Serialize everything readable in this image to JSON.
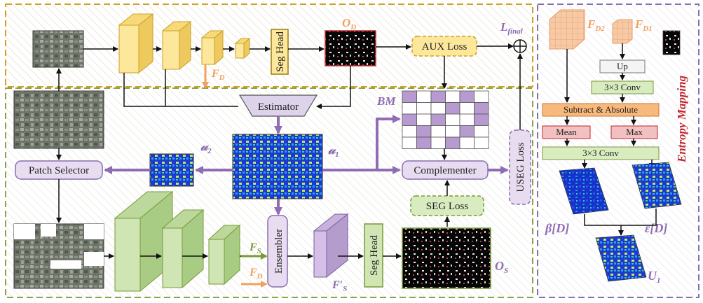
{
  "colors": {
    "top_panel_border": "#c9a227",
    "bottom_panel_border": "#8da34a",
    "right_panel_border": "#8a6fb0",
    "yellow_block": "#fde79a",
    "green_block": "#cfe5b4",
    "purple_box": "#e8dcf0",
    "purple_arrow": "#8f6cb3",
    "orange_text": "#f0a060",
    "red_text": "#c0272d",
    "red_box": "#f2c0c0",
    "orange_box": "#f8b97c",
    "light_green_box": "#d8ecc0"
  },
  "labels": {
    "seg_head_top": "Seg Head",
    "seg_head_bottom": "Seg Head",
    "aux_loss": "AUX Loss",
    "estimator": "Estimator",
    "patch_selector": "Patch Selector",
    "complementer": "Complementer",
    "seg_loss": "SEG Loss",
    "useg_loss": "USEG Loss",
    "ensembler": "Ensembler",
    "bm": "BM",
    "o_d": "O",
    "o_d_sub": "D",
    "o_s": "O",
    "o_s_sub": "S",
    "f_d": "F",
    "f_d_sub": "D",
    "f_s": "F",
    "f_s_sub": "S",
    "f_d2": "F",
    "f_d2_sub": "D",
    "f_prime_s": "F′",
    "f_prime_s_sub": "S",
    "u1": "𝓊",
    "u1_sub": "1",
    "u2": "𝓊",
    "u2_sub": "2",
    "l_final": "L",
    "l_final_sub": "final",
    "fd2_right": "F",
    "fd2_right_sub": "D2",
    "fd1_right": "F",
    "fd1_right_sub": "D1",
    "up": "Up",
    "conv_top": "3×3 Conv",
    "subtract_absolute": "Subtract & Absolute",
    "mean": "Mean",
    "max": "Max",
    "conv_bottom": "3×3 Conv",
    "entropy_mapping": "Entropy Mapping",
    "beta": "β[D]",
    "epsilon": "ε[D]",
    "u_cap": "U",
    "u_cap_sub": "1",
    "oplus": "⊕"
  }
}
